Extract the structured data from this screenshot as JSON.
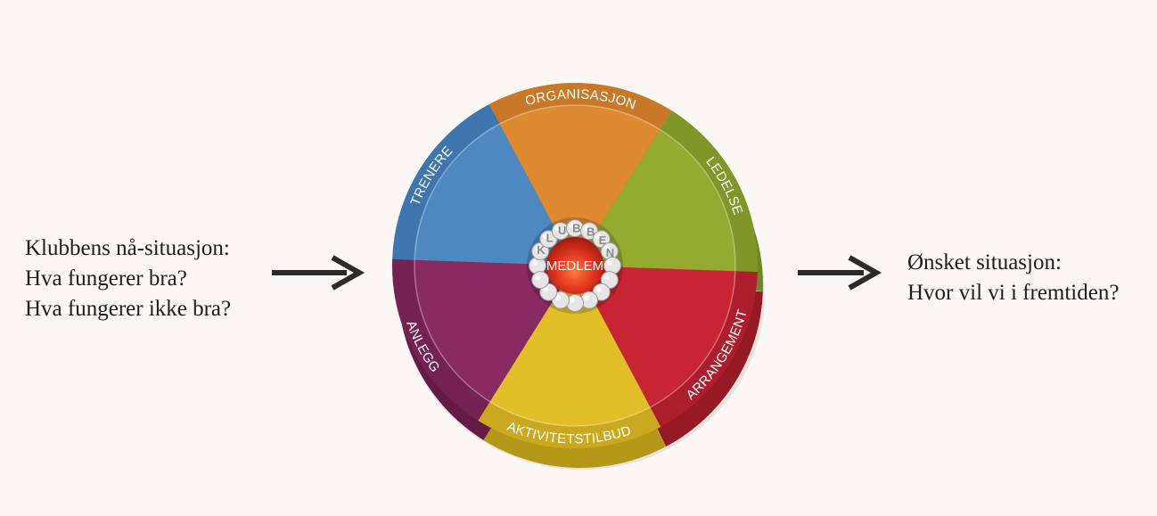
{
  "left": {
    "lines": [
      "Klubbens nå-situasjon:",
      "Hva fungerer bra?",
      "Hva fungerer ikke bra?"
    ]
  },
  "right": {
    "lines": [
      "Ønsket situasjon:",
      "Hvor vil vi i fremtiden?"
    ]
  },
  "wheel": {
    "center": "MEDLEM",
    "ring": "KLUBBEN",
    "segments": [
      {
        "label": "ORGANISASJON",
        "color": "#dd8a31",
        "side": "#b86a1f"
      },
      {
        "label": "LEDELSE",
        "color": "#93ab2f",
        "side": "#6f8622"
      },
      {
        "label": "ARRANGEMENT",
        "color": "#c72533",
        "side": "#961a26"
      },
      {
        "label": "AKTIVITETSTILBUD",
        "color": "#e2bf29",
        "side": "#b69819"
      },
      {
        "label": "ANLEGG",
        "color": "#892a63",
        "side": "#641c47"
      },
      {
        "label": "TRENERE",
        "color": "#4e88c1",
        "side": "#33669d"
      }
    ]
  },
  "colors": {
    "background": "#faf7f4",
    "text": "#1e1e1e",
    "arrow": "#2b2b2b"
  }
}
